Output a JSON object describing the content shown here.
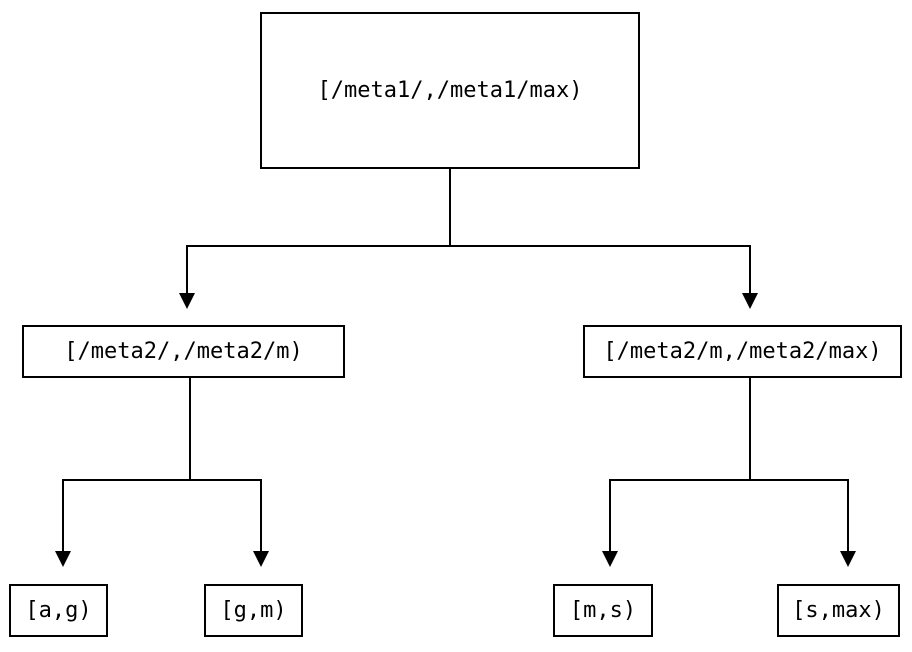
{
  "diagram": {
    "type": "tree",
    "description": "key-range partition tree",
    "colors": {
      "background": "#ffffff",
      "line": "#000000",
      "box_border": "#000000",
      "box_fill": "#ffffff",
      "text": "#000000"
    },
    "root": {
      "label": "[/meta1/,/meta1/max)",
      "children": [
        {
          "label": "[/meta2/,/meta2/m)",
          "children": [
            {
              "label": "[a,g)"
            },
            {
              "label": "[g,m)"
            }
          ]
        },
        {
          "label": "[/meta2/m,/meta2/max)",
          "children": [
            {
              "label": "[m,s)"
            },
            {
              "label": "[s,max)"
            }
          ]
        }
      ]
    }
  }
}
